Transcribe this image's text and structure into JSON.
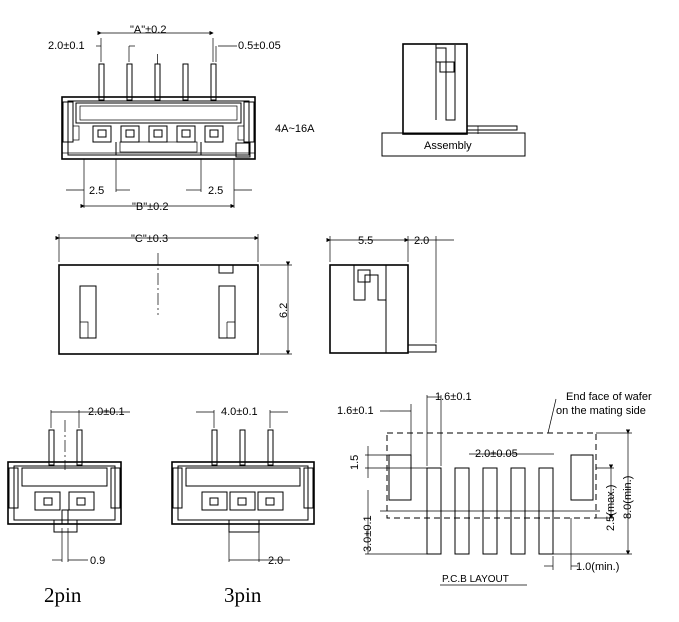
{
  "dims": {
    "a": "\"A\"±0.2",
    "pitch_top": "2.0±0.1",
    "pin_w": "0.5±0.05",
    "current": "4A~16A",
    "offset_left": "2.5",
    "offset_right": "2.5",
    "b": "\"B\"±0.2",
    "c": "\"C\"±0.3",
    "height": "6.2",
    "depth": "5.5",
    "lead": "2.0",
    "assembly": "Assembly",
    "pin2_pitch": "2.0±0.1",
    "pin2_bottom": "0.9",
    "pin3_pitch": "4.0±0.1",
    "pin3_bottom": "2.0",
    "pcb_pad_w": "1.6±0.1",
    "pcb_pad_w2": "1.6±0.1",
    "pcb_end_face_1": "End face of wafer",
    "pcb_end_face_2": "on the mating side",
    "pcb_pitch": "2.0±0.05",
    "pcb_15": "1.5",
    "pcb_30": "3.0±0.1",
    "pcb_25": "2.5(max.)",
    "pcb_80": "8.0(min.)",
    "pcb_10": "1.0(min.)",
    "pcb_layout": "P.C.B LAYOUT"
  },
  "captions": {
    "pin2": "2pin",
    "pin3": "3pin"
  }
}
